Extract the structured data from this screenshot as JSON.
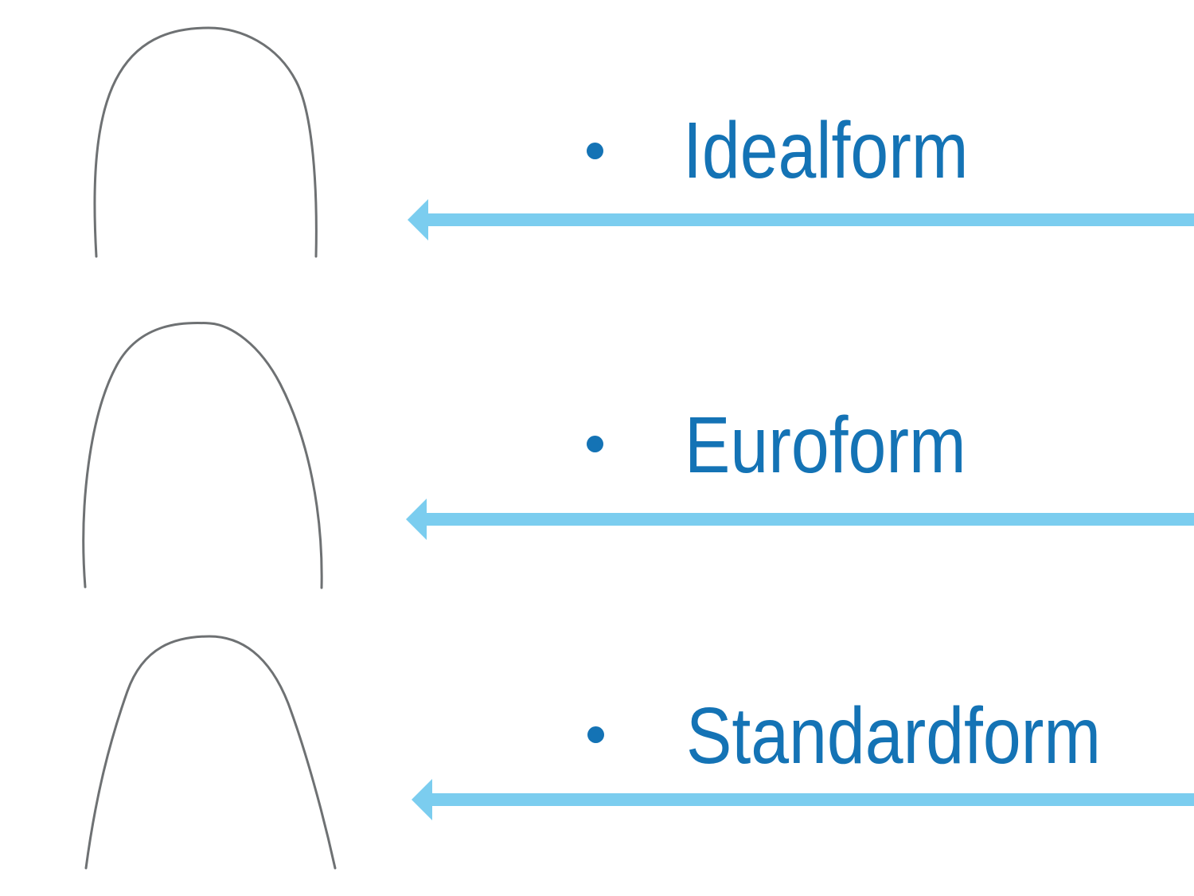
{
  "slide_type": "presentation-diagram",
  "colors": {
    "label_blue": "#1473B5",
    "arrow_blue": "#7BCDEF",
    "wire_gray": "#6E7173",
    "background": "#FFFFFF"
  },
  "items": [
    {
      "label": "Idealform"
    },
    {
      "label": "Euroform"
    },
    {
      "label": "Standardform"
    }
  ],
  "icons": {
    "bullet": "filled-circle",
    "arrow": "left-arrow",
    "wire": "archwire-curve"
  }
}
